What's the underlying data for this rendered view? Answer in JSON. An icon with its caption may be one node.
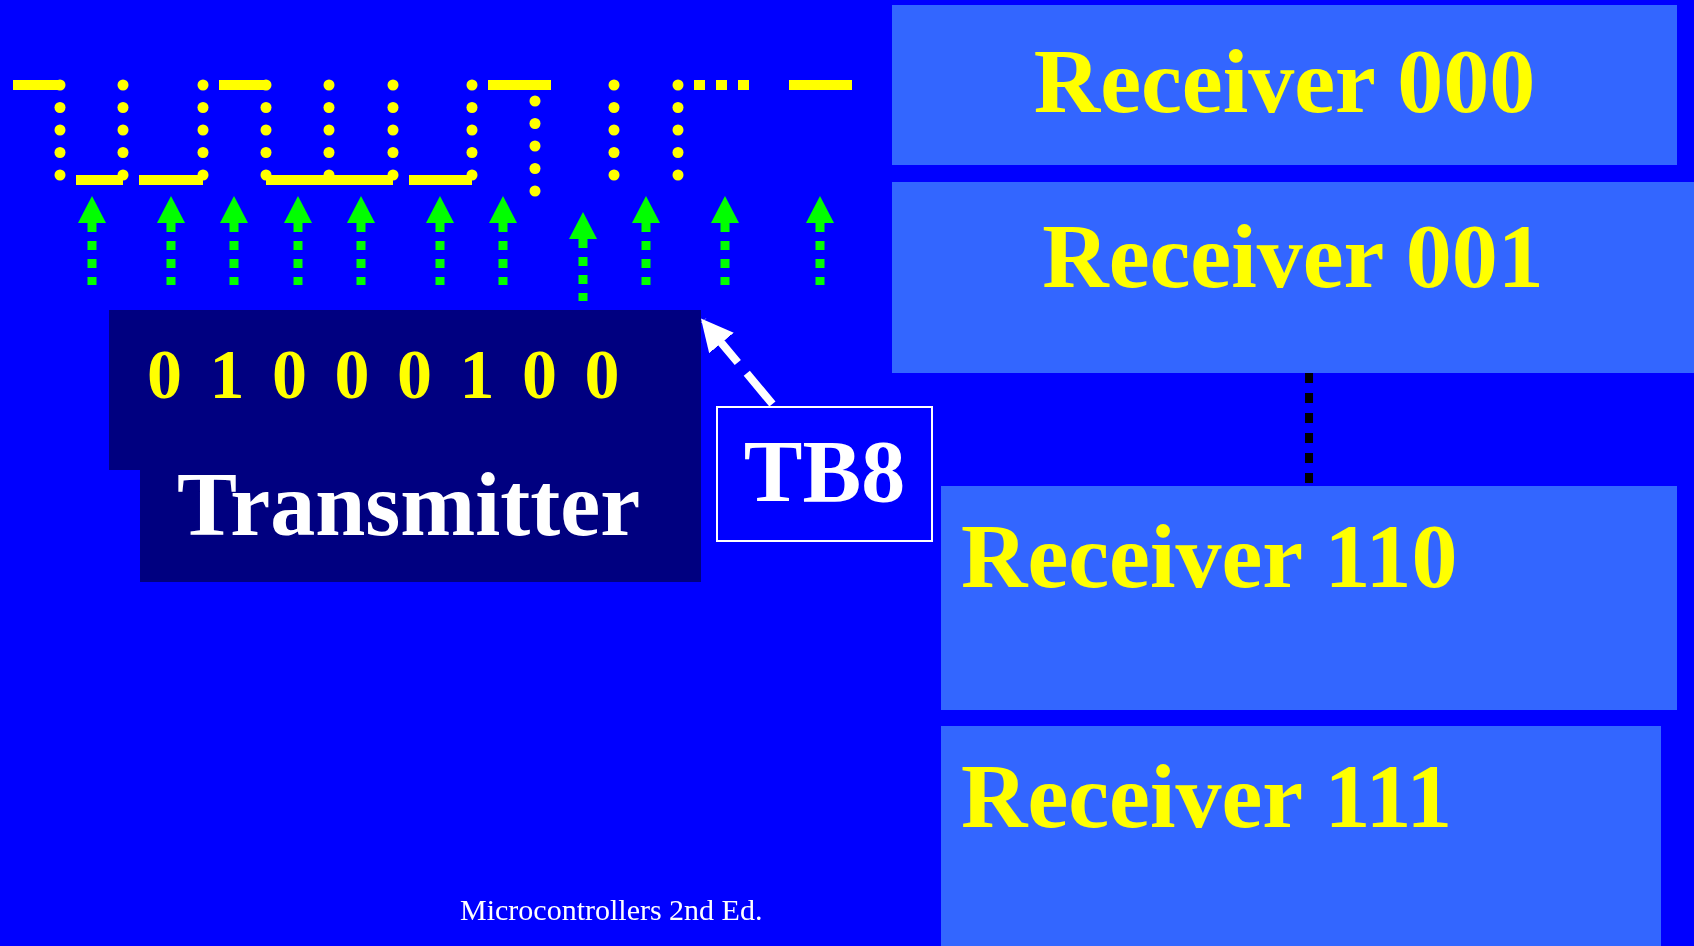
{
  "diagram": {
    "nodes": [
      {
        "text": [
          "0 1 0 0 0 1 0 0",
          "Transmitter"
        ]
      },
      {
        "text": [
          "TB8"
        ]
      },
      {
        "text": [
          "Receiver 000"
        ]
      },
      {
        "text": [
          "Receiver 001"
        ]
      },
      {
        "text": [
          "Receiver 110"
        ]
      },
      {
        "text": [
          "Receiver 111"
        ]
      }
    ],
    "edges": [
      {
        "from": 1,
        "to": 0,
        "arrow": "to",
        "style": "dashed",
        "color": "#ffffff"
      },
      {
        "from": 3,
        "to": 4,
        "arrow": "none",
        "style": "dashed",
        "color": "#000000"
      }
    ],
    "labels": [
      "Microcontrollers 2nd Ed."
    ]
  }
}
